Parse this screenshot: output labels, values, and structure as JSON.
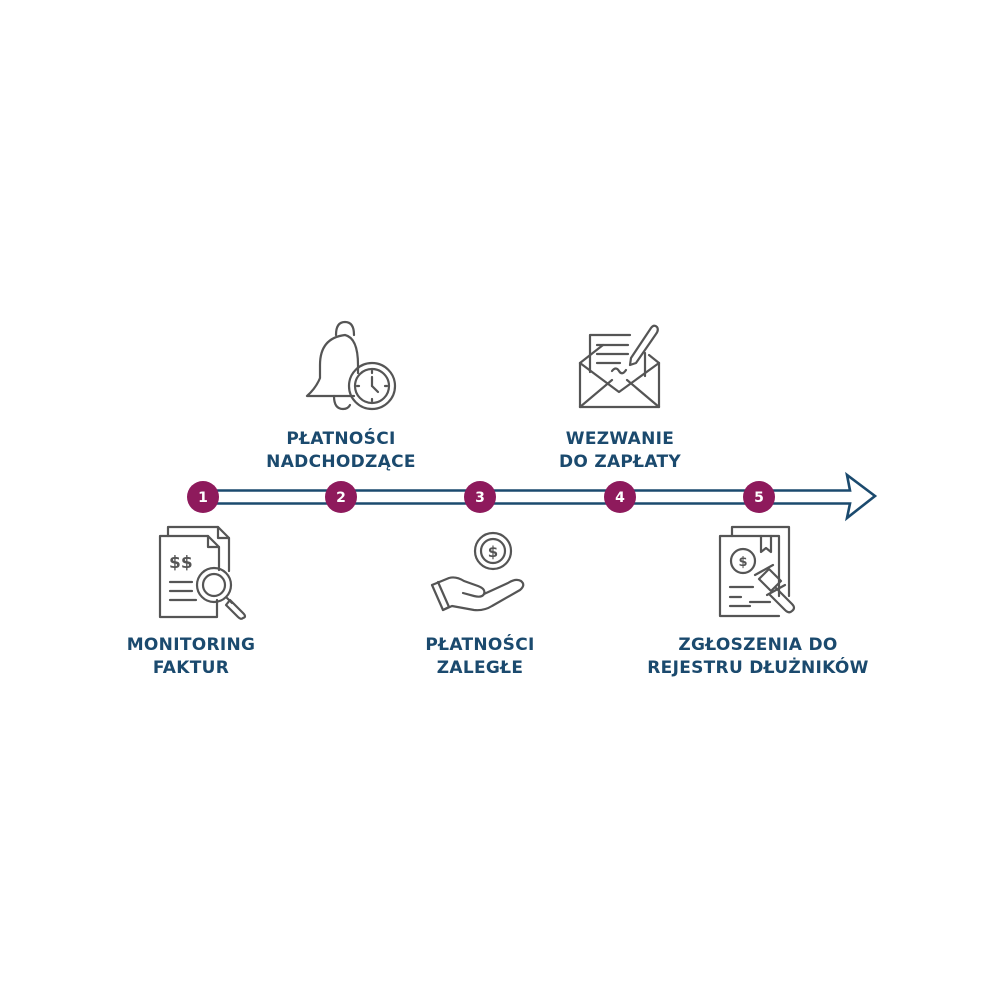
{
  "colors": {
    "primary": "#1b4a6e",
    "accent": "#8e1a5c",
    "icon": "#555555",
    "background": "#ffffff"
  },
  "steps": [
    {
      "number": "1",
      "label_line1": "MONITORING",
      "label_line2": "FAKTUR",
      "icon": "invoice-search-icon",
      "position": "below"
    },
    {
      "number": "2",
      "label_line1": "PŁATNOŚCI",
      "label_line2": "NADCHODZĄCE",
      "icon": "bell-clock-icon",
      "position": "above"
    },
    {
      "number": "3",
      "label_line1": "PŁATNOŚCI",
      "label_line2": "ZALEGŁE",
      "icon": "hand-coin-icon",
      "position": "below"
    },
    {
      "number": "4",
      "label_line1": "WEZWANIE",
      "label_line2": "DO ZAPŁATY",
      "icon": "envelope-letter-icon",
      "position": "above"
    },
    {
      "number": "5",
      "label_line1": "ZGŁOSZENIA DO",
      "label_line2": "REJESTRU DŁUŻNIKÓW",
      "icon": "document-gavel-icon",
      "position": "below"
    }
  ]
}
